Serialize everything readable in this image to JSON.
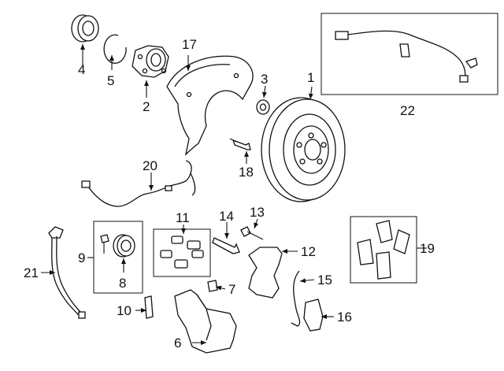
{
  "diagram": {
    "labels": {
      "p1": "1",
      "p2": "2",
      "p3": "3",
      "p4": "4",
      "p5": "5",
      "p6": "6",
      "p7": "7",
      "p8": "8",
      "p9": "9",
      "p10": "10",
      "p11": "11",
      "p12": "12",
      "p13": "13",
      "p14": "14",
      "p15": "15",
      "p16": "16",
      "p17": "17",
      "p18": "18",
      "p19": "19",
      "p20": "20",
      "p21": "21",
      "p22": "22"
    },
    "line_color": "#111111",
    "background": "#ffffff"
  }
}
